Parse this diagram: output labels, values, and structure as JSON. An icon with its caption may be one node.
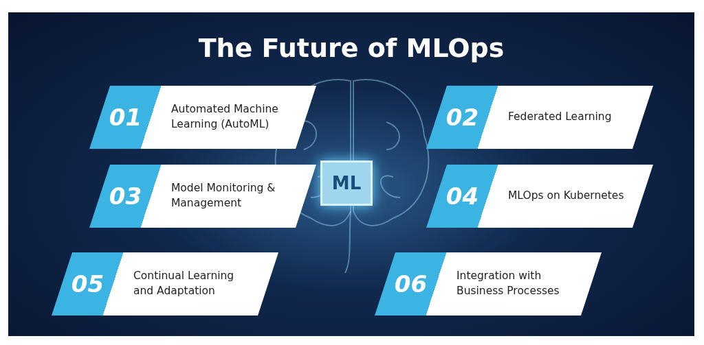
{
  "diagram": {
    "title": "The Future of MLOps",
    "nodes": [
      {
        "text": [
          "01",
          "Automated Machine Learning (AutoML)"
        ]
      },
      {
        "text": [
          "02",
          "Federated Learning"
        ]
      },
      {
        "text": [
          "03",
          "Model Monitoring & Management"
        ]
      },
      {
        "text": [
          "ML"
        ]
      },
      {
        "text": [
          "04",
          "MLOps on Kubernetes"
        ]
      },
      {
        "text": [
          "05",
          "Continual Learning and Adaptation"
        ]
      },
      {
        "text": [
          "06",
          "Integration with Business Processes"
        ]
      }
    ]
  }
}
